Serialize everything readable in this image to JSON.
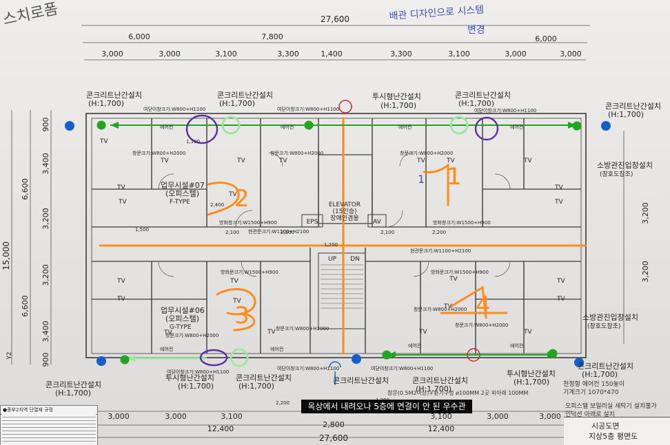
{
  "handwriting": {
    "top_left": "스치로폼",
    "top_right_line1": "배관 디자인으로 시스템",
    "top_right_line2": "변경",
    "unit_numbers": [
      "1",
      "2",
      "3",
      "4"
    ]
  },
  "dimensions": {
    "top_total": "27,600",
    "top_row2": [
      "6,000",
      "7,800",
      "6,000"
    ],
    "top_row3": [
      "3,000",
      "3,000",
      "3,100",
      "3,300",
      "1,400",
      "3,300",
      "3,100",
      "3,000",
      "3,000"
    ],
    "left_total": "15,000",
    "left_row2": [
      "6,600",
      "6,600"
    ],
    "left_row3": [
      "900",
      "3,400",
      "3,200",
      "3,200",
      "3,400",
      "900"
    ],
    "right_row": [
      "3,200",
      "3,200"
    ],
    "bottom_total": "27,600",
    "bottom_row2": [
      "12,400",
      "12,400"
    ],
    "bottom_row3": [
      "3,000",
      "3,000",
      "3,100",
      "2,800",
      "3,100",
      "3,000",
      "3,000"
    ],
    "inner": [
      "2,100",
      "2,200",
      "2,100",
      "2,200",
      "1,100",
      "2,400",
      "1,200",
      "2,200",
      "1,200",
      "1,500"
    ]
  },
  "labels": {
    "concrete_rail": "콘크리트난간설치",
    "h1700": "(H:1,700)",
    "glass_rail": "투시형난간설치",
    "window_top": "여닫이창크기:W800+H1100",
    "window_bottom": "여닫이창크기:W800+H1100",
    "fire_window": "소방관진입창설치",
    "fire_window_sub": "(창호도참조)",
    "office_f": "업무시설#07",
    "office_f_sub": "(오피스텔)",
    "office_f_type": "F-TYPE",
    "office_g": "업무시설#06",
    "office_g_sub": "(오피스텔)",
    "office_g_type": "G-TYPE",
    "elevator": "ELEVATOR",
    "elevator_sub": "(15인승)",
    "elevator_sub2": "장애인겸용",
    "eps": "EPS",
    "av": "AV",
    "up": "UP",
    "dn": "DN",
    "tv": "TV",
    "aircon": "에어컨",
    "wind1": "창문크기:W800+H2000",
    "wind2": "방화창크기:W1500+H900",
    "wind3": "현관문크기:W1100+H2100",
    "wind4": "방화문크기:W1500+H900",
    "right_note1": "천정형 에어컨 150놓이",
    "right_note2": "기계크기 1070*470",
    "right_note3": "오피스텔 보일러실 세탁기 설치불가",
    "right_note4": "인덕션 아래로 설치",
    "bottom_note": "창문(0.5M2이상)+환기구멍 ø100MM 2곳 외아래 100MM",
    "grid_y2": "Y2"
  },
  "caption": "옥상에서 내려오나 5층에 연결이 안 된 우수관",
  "legend_table_title": "●종부2지역 단열재 규정",
  "title_block": {
    "line1": "시공도면",
    "line2": "지상5층 평면도"
  },
  "colors": {
    "orange": "#ff8c1a",
    "green": "#1fa51f",
    "light_green": "#9ee89e",
    "purple": "#5b2fa3",
    "blue_dot": "#1560c8",
    "red": "#d42525",
    "plan_line": "#3a3a3a"
  }
}
